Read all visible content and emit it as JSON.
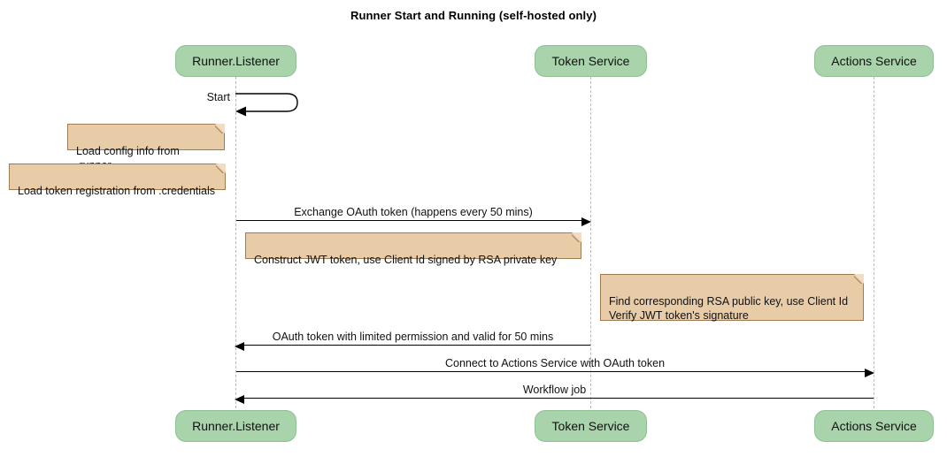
{
  "diagram": {
    "type": "sequence-diagram",
    "title": "Runner Start and Running (self-hosted only)",
    "colors": {
      "participant_fill": "#a9d3ab",
      "participant_border": "#8fbf92",
      "note_fill": "#e8cca8",
      "note_border": "#a07a50",
      "line": "#000000",
      "lifeline": "#b9b9b9",
      "text": "#111111"
    },
    "participants": [
      {
        "id": "runner",
        "label": "Runner.Listener"
      },
      {
        "id": "token",
        "label": "Token Service"
      },
      {
        "id": "actions",
        "label": "Actions Service"
      }
    ],
    "messages": [
      {
        "id": "m1",
        "label": "Start",
        "from": "runner",
        "to": "runner",
        "kind": "self"
      },
      {
        "id": "m2",
        "label": "Exchange OAuth token (happens every 50 mins)",
        "from": "runner",
        "to": "token",
        "direction": "right"
      },
      {
        "id": "m3",
        "label": "OAuth token with limited permission and valid for 50 mins",
        "from": "token",
        "to": "runner",
        "direction": "left"
      },
      {
        "id": "m4",
        "label": "Connect to Actions Service with OAuth token",
        "from": "runner",
        "to": "actions",
        "direction": "right"
      },
      {
        "id": "m5",
        "label": "Workflow job",
        "from": "actions",
        "to": "runner",
        "direction": "left"
      }
    ],
    "notes": [
      {
        "id": "n1",
        "text": "Load config info from .runner",
        "attached_to": "runner"
      },
      {
        "id": "n2",
        "text": "Load token registration from .credentials",
        "attached_to": "runner"
      },
      {
        "id": "n3",
        "text": "Construct JWT token, use Client Id signed by RSA private key",
        "attached_to": "runner"
      },
      {
        "id": "n4",
        "text": "Find corresponding RSA public key, use Client Id\nVerify JWT token's signature",
        "attached_to": "token"
      }
    ]
  }
}
